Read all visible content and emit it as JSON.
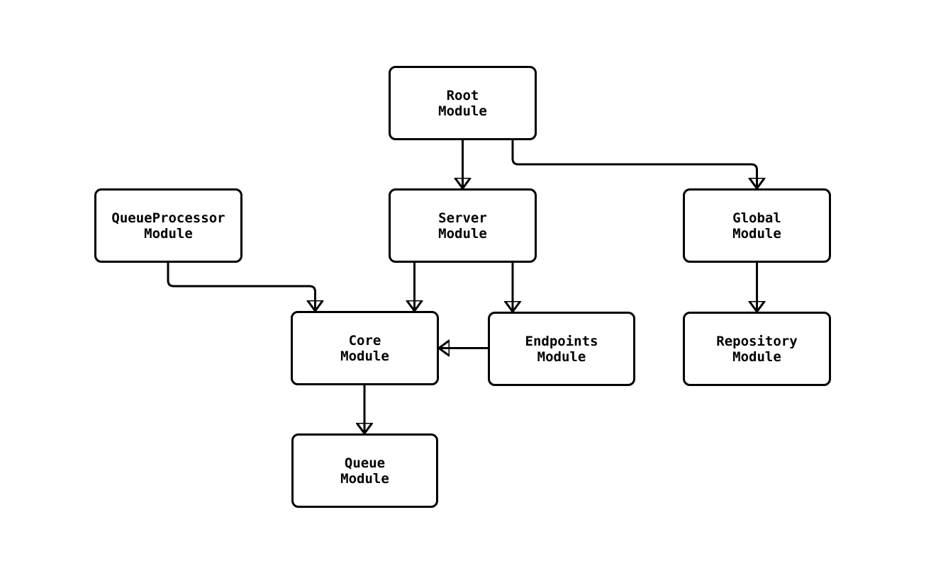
{
  "diagram": {
    "type": "module-dependency-graph",
    "colors": {
      "background": "#ffffff",
      "node_fill": "#ffffff",
      "node_border": "#000000",
      "edge": "#000000",
      "text": "#000000"
    },
    "nodes": {
      "root": {
        "line1": "Root",
        "line2": "Module"
      },
      "queueprocessor": {
        "line1": "QueueProcessor",
        "line2": "Module"
      },
      "server": {
        "line1": "Server",
        "line2": "Module"
      },
      "global": {
        "line1": "Global",
        "line2": "Module"
      },
      "core": {
        "line1": "Core",
        "line2": "Module"
      },
      "endpoints": {
        "line1": "Endpoints",
        "line2": "Module"
      },
      "repository": {
        "line1": "Repository",
        "line2": "Module"
      },
      "queue": {
        "line1": "Queue",
        "line2": "Module"
      }
    },
    "edges": [
      {
        "from": "root",
        "to": "server"
      },
      {
        "from": "root",
        "to": "global"
      },
      {
        "from": "queueprocessor",
        "to": "core"
      },
      {
        "from": "server",
        "to": "core"
      },
      {
        "from": "server",
        "to": "endpoints"
      },
      {
        "from": "endpoints",
        "to": "core"
      },
      {
        "from": "global",
        "to": "repository"
      },
      {
        "from": "core",
        "to": "queue"
      }
    ]
  }
}
